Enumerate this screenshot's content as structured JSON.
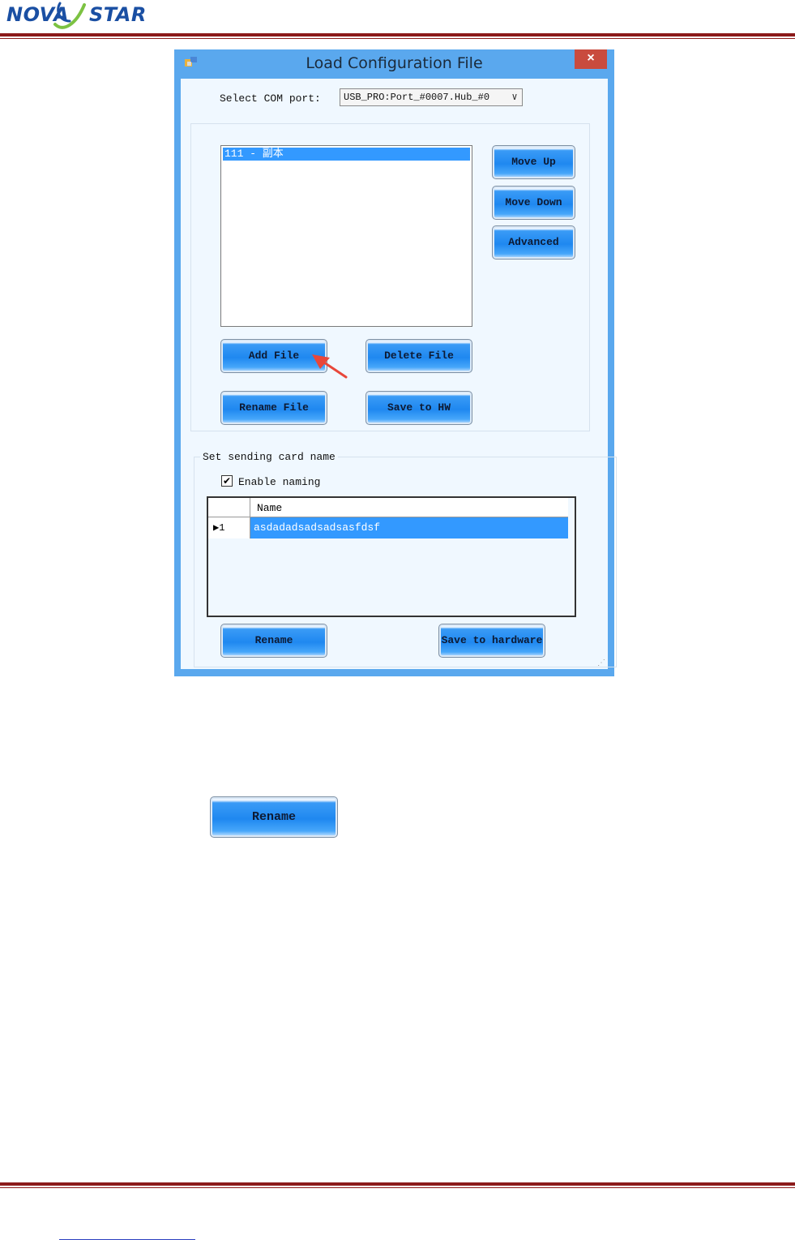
{
  "header": {
    "logo_part1": "NOVA",
    "logo_part2": "STAR"
  },
  "window": {
    "title": "Load Configuration File",
    "close_label": "×"
  },
  "com_port": {
    "label": "Select COM port:",
    "value": "USB_PRO:Port_#0007.Hub_#0",
    "arrow": "∨"
  },
  "file_list": {
    "items": [
      "111 - 副本"
    ],
    "selected_index": 0
  },
  "buttons": {
    "move_up": "Move Up",
    "move_down": "Move Down",
    "advanced": "Advanced",
    "add_file": "Add File",
    "delete_file": "Delete File",
    "rename_file": "Rename File",
    "save_to_hw": "Save to HW",
    "rename": "Rename",
    "save_to_hardware": "Save to hardware"
  },
  "naming": {
    "group_label": "Set sending card name",
    "enable_label": "Enable naming",
    "enable_checked": true,
    "check_glyph": "✔",
    "grid": {
      "column_name": "Name",
      "rows": [
        {
          "index": "1",
          "marker": "▶",
          "name": "asdadadsadsadsasfdsf"
        }
      ]
    }
  },
  "standalone_button": {
    "label": "Rename"
  },
  "colors": {
    "window_border": "#5aa8ee",
    "selection": "#3399ff",
    "rule": "#8c1a1a",
    "logo_blue": "#1a4fa3"
  }
}
